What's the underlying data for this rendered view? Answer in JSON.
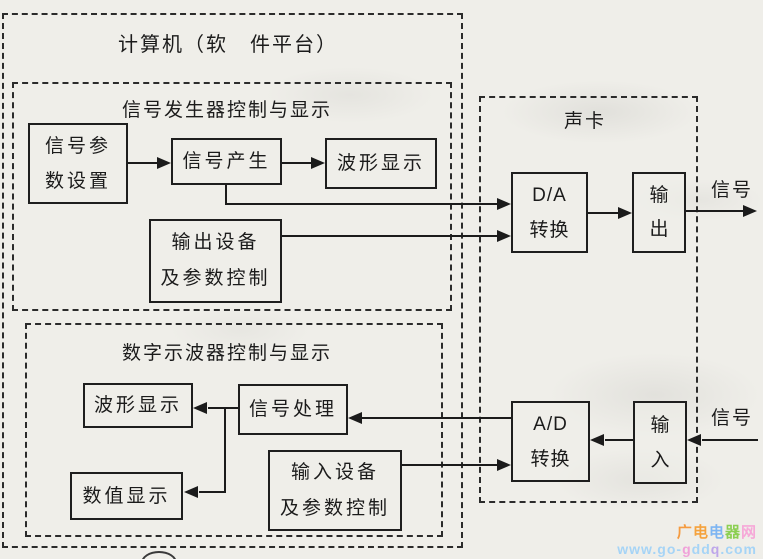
{
  "diagram": {
    "computer_panel": {
      "title": "计算机（软　件平台）"
    },
    "sig_gen_panel": {
      "title": "信号发生器控制与显示"
    },
    "osc_panel": {
      "title": "数字示波器控制与显示"
    },
    "soundcard_panel": {
      "title": "声卡"
    },
    "nodes": {
      "sig_param": "信号参\n数设置",
      "sig_gen": "信号产生",
      "wave_disp_top": "波形显示",
      "out_dev": "输出设备\n及参数控制",
      "da_conv": "D/A\n转换",
      "output": "输\n出",
      "wave_disp_bot": "波形显示",
      "sig_proc": "信号处理",
      "num_disp": "数值显示",
      "in_dev": "输入设备\n及参数控制",
      "ad_conv": "A/D\n转换",
      "input": "输\n入"
    },
    "labels": {
      "signal_out": "信号",
      "signal_in": "信号"
    }
  },
  "watermark": {
    "line1": [
      {
        "ch": "广",
        "style": "color:#f59b40"
      },
      {
        "ch": "电",
        "style": "color:#f5a23c"
      },
      {
        "ch": "电",
        "style": "color:#7db5f2"
      },
      {
        "ch": "器",
        "style": "color:#8ccf52"
      },
      {
        "ch": "网",
        "style": "color:#f6a8d8"
      }
    ],
    "line2": [
      {
        "ch": "www.go-",
        "style": "color:#a6d4f6"
      },
      {
        "ch": "g",
        "style": "color:#f0a2da"
      },
      {
        "ch": "dd",
        "style": "color:#a6d4f6"
      },
      {
        "ch": "q",
        "style": "color:#bda6ea"
      },
      {
        "ch": ".com",
        "style": "color:#a6d4f6"
      }
    ]
  },
  "colors": {
    "paper": "#efeee9",
    "ink": "#1b1b1b",
    "watermark_orange": "#f59b40",
    "watermark_blue": "#7db5f2",
    "watermark_green": "#8ccf52",
    "watermark_pink": "#f6a8d8",
    "watermark_lightblue": "#a6d4f6"
  }
}
